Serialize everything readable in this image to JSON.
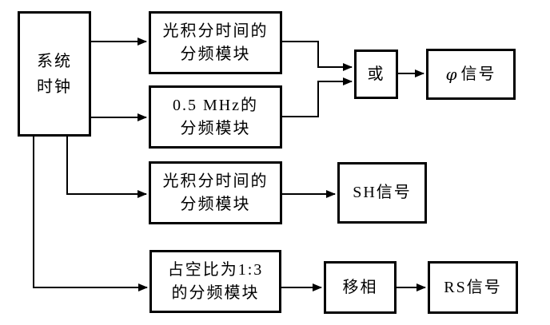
{
  "nodes": {
    "system_clock": {
      "line1": "系统",
      "line2": "时钟"
    },
    "light_integration_divider_top": {
      "line1": "光积分时间的",
      "line2": "分频模块"
    },
    "half_mhz_divider": {
      "line1": "0.5 MHz的",
      "line2": "分频模块"
    },
    "or_gate": {
      "label": "或"
    },
    "phi_signal": {
      "symbol": "φ",
      "text": "信号"
    },
    "light_integration_divider_mid": {
      "line1": "光积分时间的",
      "line2": "分频模块"
    },
    "sh_signal": {
      "label": "SH信号"
    },
    "duty_ratio_divider": {
      "line1": "占空比为1:3",
      "line2": "的分频模块"
    },
    "phase_shift": {
      "label": "移相"
    },
    "rs_signal": {
      "label": "RS信号"
    }
  },
  "edges": [
    {
      "from": "system_clock",
      "to": "light_integration_divider_top"
    },
    {
      "from": "system_clock",
      "to": "half_mhz_divider"
    },
    {
      "from": "light_integration_divider_top",
      "to": "or_gate"
    },
    {
      "from": "half_mhz_divider",
      "to": "or_gate"
    },
    {
      "from": "or_gate",
      "to": "phi_signal"
    },
    {
      "from": "system_clock",
      "to": "light_integration_divider_mid"
    },
    {
      "from": "light_integration_divider_mid",
      "to": "sh_signal"
    },
    {
      "from": "system_clock",
      "to": "duty_ratio_divider"
    },
    {
      "from": "duty_ratio_divider",
      "to": "phase_shift"
    },
    {
      "from": "phase_shift",
      "to": "rs_signal"
    }
  ],
  "colors": {
    "background": "#ffffff",
    "line": "#000000",
    "border": "#000000",
    "text": "#000000"
  }
}
